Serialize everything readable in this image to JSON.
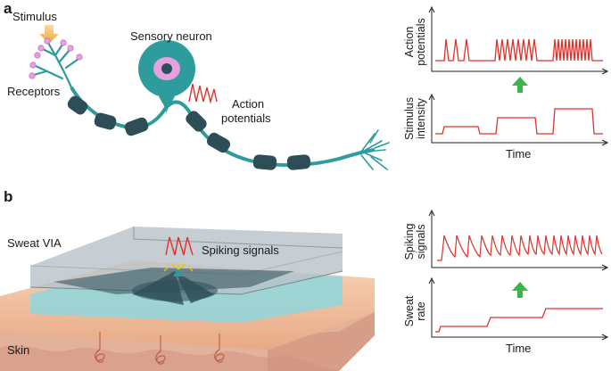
{
  "panel_a": {
    "letter": "a",
    "stimulus_label": "Stimulus",
    "receptors_label": "Receptors",
    "neuron_label": "Sensory neuron",
    "ap_label_line1": "Action",
    "ap_label_line2": "potentials",
    "top_plot_ylabel_line1": "Action",
    "top_plot_ylabel_line2": "potentials",
    "bottom_plot_ylabel_line1": "Stimulus",
    "bottom_plot_ylabel_line2": "intensity",
    "xlabel": "Time"
  },
  "panel_b": {
    "letter": "b",
    "device_label": "Sweat VIA",
    "spiking_label": "Spiking signals",
    "skin_label": "Skin",
    "top_plot_ylabel_line1": "Spiking",
    "top_plot_ylabel_line2": "signals",
    "bottom_plot_ylabel_line1": "Sweat",
    "bottom_plot_ylabel_line2": "rate",
    "xlabel": "Time"
  },
  "colors": {
    "signal_red": "#e0312b",
    "arrow_green": "#3cb54a",
    "neuron_teal": "#2e9c9c",
    "myelin_dark": "#2d4d57",
    "skin": "#f2c9a8"
  }
}
